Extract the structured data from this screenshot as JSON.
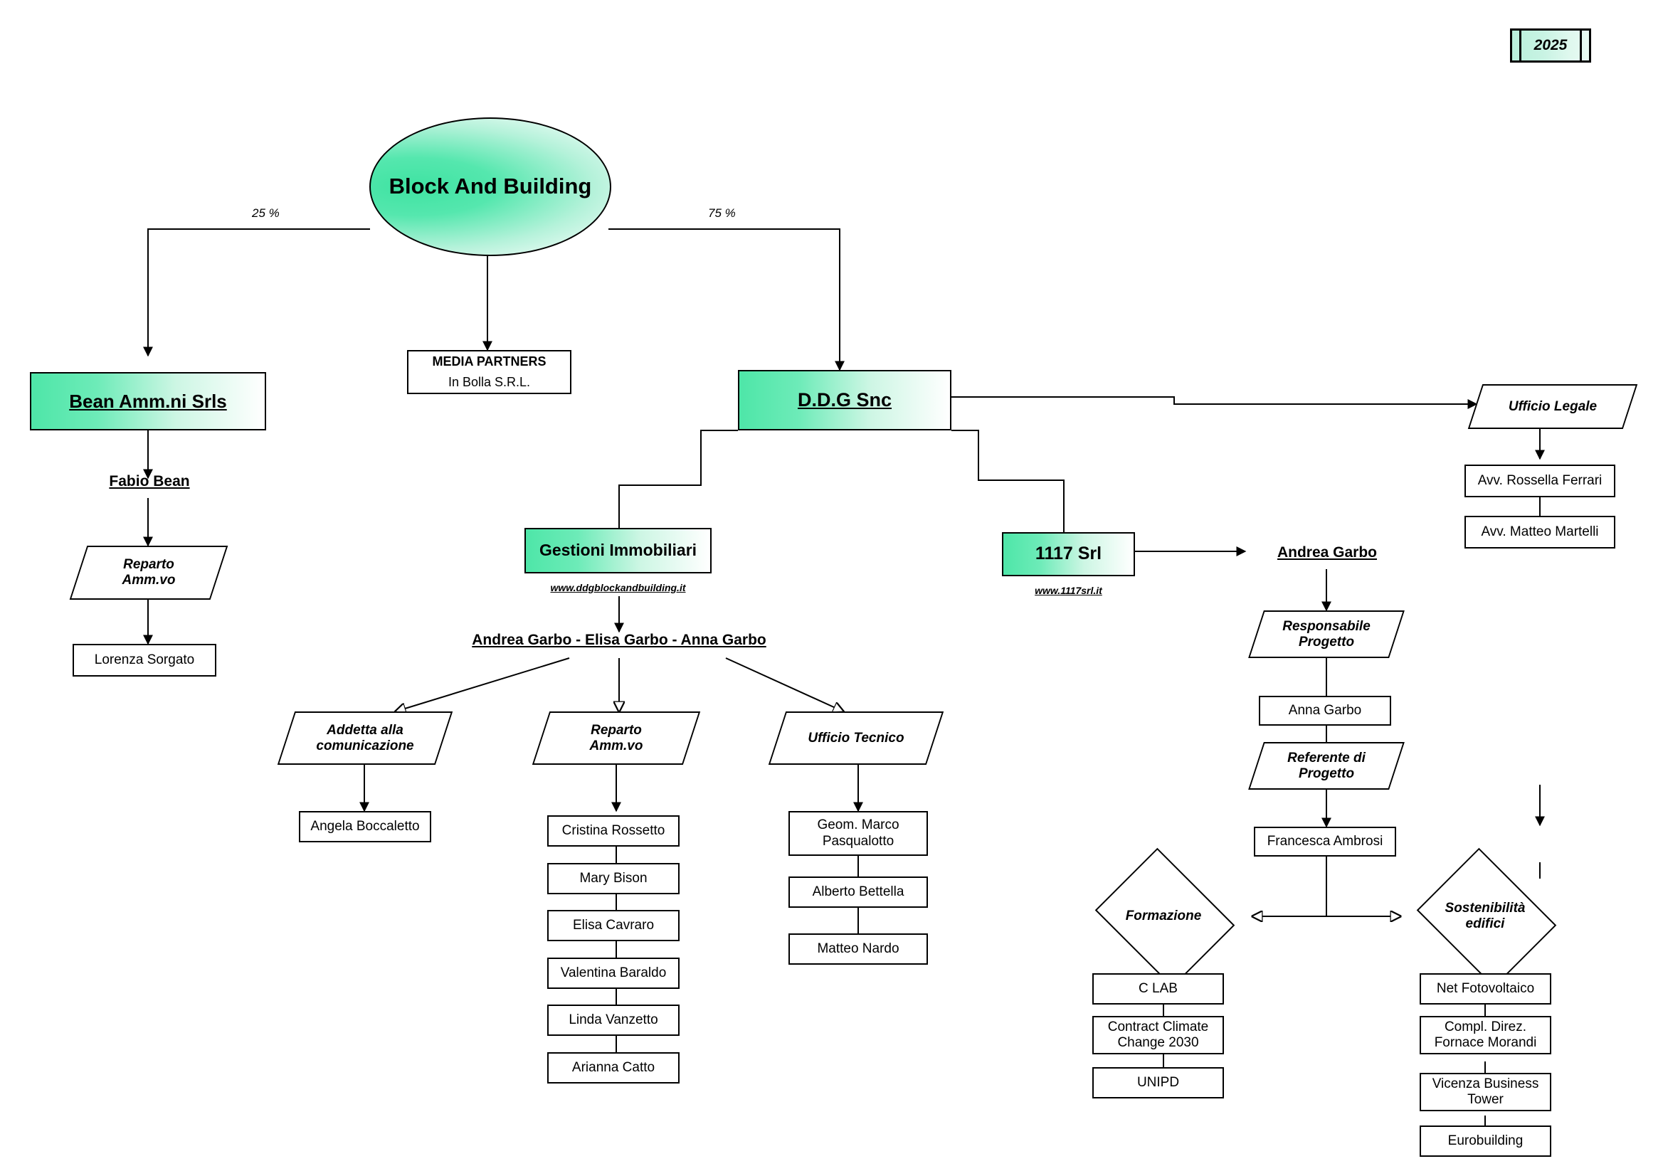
{
  "meta": {
    "year_badge": "2025"
  },
  "root": {
    "label": "Block And Building"
  },
  "edges": {
    "pct_left": "25 %",
    "pct_right": "75 %"
  },
  "branches": {
    "bean": {
      "company": "Bean Amm.ni Srls ",
      "person": "Fabio Bean ",
      "department": "Reparto\nAmm.vo",
      "staff": [
        "Lorenza Sorgato"
      ]
    },
    "media": {
      "title": "MEDIA PARTNERS",
      "name": "In Bolla S.R.L."
    },
    "ddg": {
      "company": "D.D.G Snc",
      "gestioni": {
        "label": "Gestioni Immobiliari",
        "url": "www.ddgblockandbuilding.it",
        "owners": "Andrea Garbo - Elisa Garbo - Anna Garbo",
        "departments": [
          {
            "label": "Addetta alla\ncomunicazione",
            "staff": [
              "Angela Boccaletto"
            ]
          },
          {
            "label": "Reparto\nAmm.vo",
            "staff": [
              "Cristina Rossetto",
              "Mary Bison",
              "Elisa Cavraro",
              "Valentina Baraldo",
              "Linda Vanzetto",
              "Arianna Catto"
            ]
          },
          {
            "label": "Ufficio Tecnico",
            "staff": [
              "Geom. Marco\nPasqualotto",
              "Alberto Bettella",
              "Matteo Nardo"
            ]
          }
        ]
      },
      "srl1117": {
        "label": "1117 Srl",
        "url": "www.1117srl.it",
        "owner": "Andrea Garbo",
        "roles": [
          {
            "label": "Responsabile\nProgetto",
            "person": "Anna Garbo"
          },
          {
            "label": "Referente di\nProgetto",
            "person": "Francesca Ambrosi"
          }
        ],
        "areas": [
          {
            "label": "Formazione",
            "items": [
              "C LAB",
              "Contract Climate\nChange 2030",
              "UNIPD"
            ]
          },
          {
            "label": "Sostenibilità\nedifici",
            "items": [
              "Net Fotovoltaico",
              "Compl. Direz.\nFornace Morandi",
              "Vicenza Business\nTower",
              "Eurobuilding"
            ]
          }
        ]
      },
      "legale": {
        "label": "Ufficio Legale",
        "staff": [
          "Avv. Rossella Ferrari",
          "Avv. Matteo Martelli"
        ]
      }
    }
  }
}
